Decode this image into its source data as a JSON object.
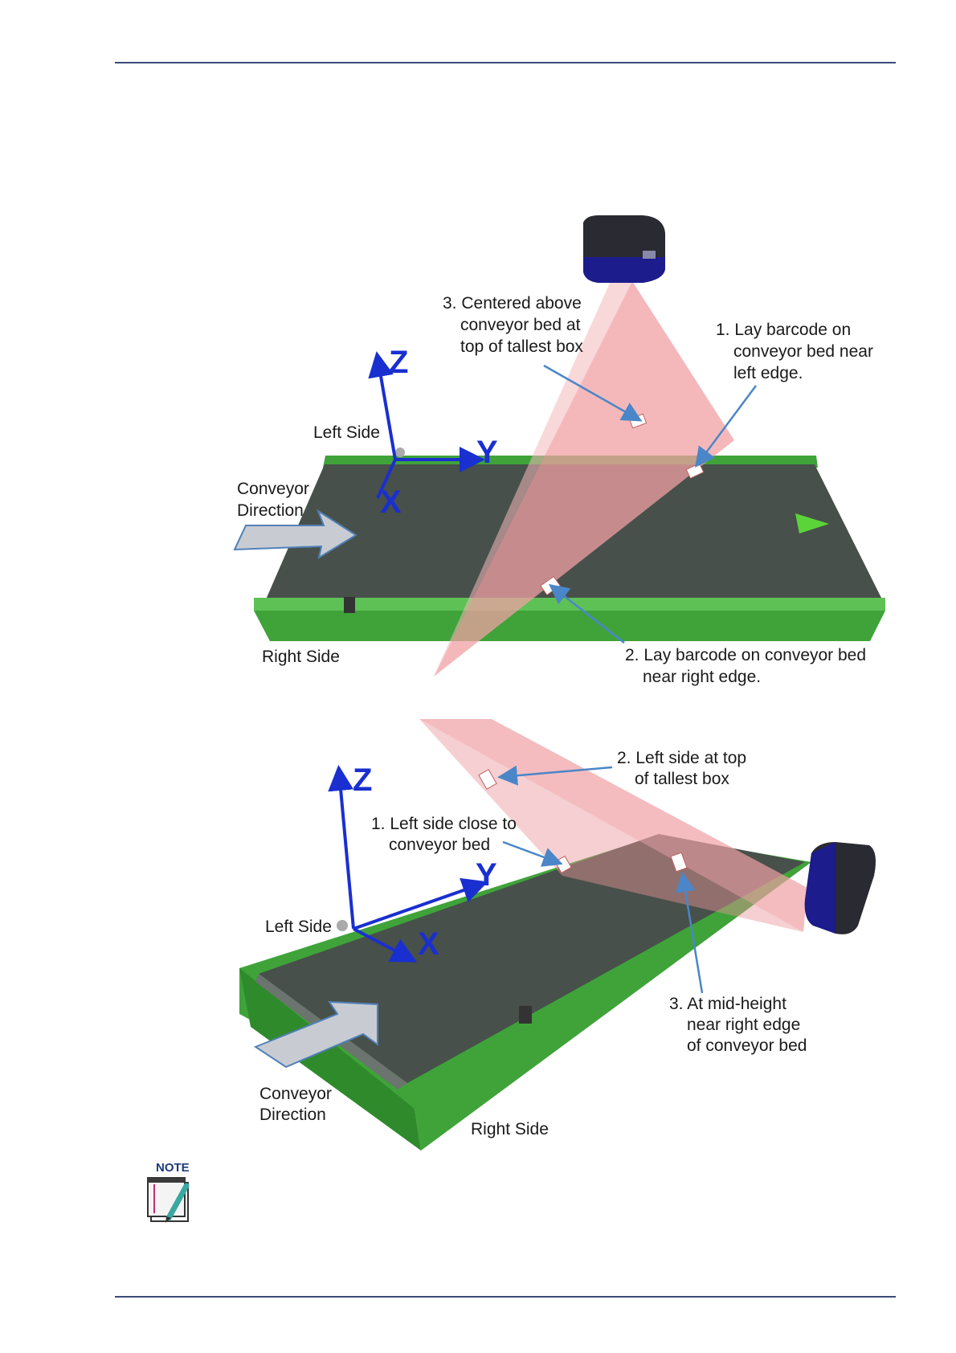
{
  "page": {
    "colors": {
      "rule": "#3b4a78",
      "belt": "#47504a",
      "frame": "#3fa33a",
      "beam": "#f0a0a4",
      "axis": "#1a2fd0",
      "callout": "#4a86c8"
    }
  },
  "figure_top": {
    "axis_z": "Z",
    "axis_y": "Y",
    "axis_x": "X",
    "left_side": "Left Side",
    "right_side": "Right Side",
    "conveyor_direction": [
      "Conveyor",
      "Direction"
    ],
    "callout_3": [
      "3. Centered above",
      "conveyor bed at",
      "top of tallest box"
    ],
    "callout_1": [
      "1. Lay barcode on",
      "conveyor bed near",
      "left edge."
    ],
    "callout_2": [
      "2. Lay barcode on conveyor bed",
      "near right edge."
    ]
  },
  "figure_bottom": {
    "axis_z": "Z",
    "axis_y": "Y",
    "axis_x": "X",
    "left_side": "Left Side",
    "right_side": "Right Side",
    "conveyor_direction": [
      "Conveyor",
      "Direction"
    ],
    "callout_2": [
      "2. Left side at top",
      "of tallest box"
    ],
    "callout_1": [
      "1. Left side close to",
      "conveyor bed"
    ],
    "callout_3": [
      "3. At mid-height",
      "near right edge",
      "of conveyor bed"
    ]
  },
  "note": {
    "icon_label": "NOTE"
  }
}
